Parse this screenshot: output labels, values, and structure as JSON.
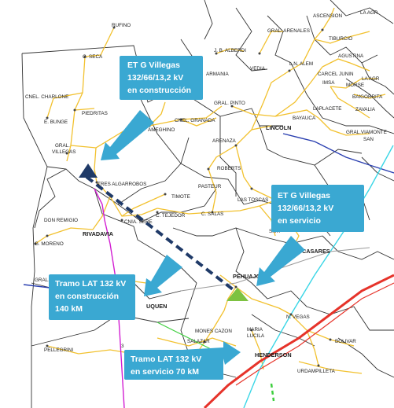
{
  "map": {
    "towns": [
      {
        "id": "rufino",
        "label": "RUFINO"
      },
      {
        "id": "c-seca",
        "label": "C.  SECA"
      },
      {
        "id": "cnel-charlone",
        "label": "CNEL.  CHARLONE"
      },
      {
        "id": "e-bunge",
        "label": "E.  BUNGE"
      },
      {
        "id": "piedritas",
        "label": "PIEDRITAS"
      },
      {
        "id": "gral-villegas-1",
        "label": "GRAL."
      },
      {
        "id": "gral-villegas-2",
        "label": "VILLEGAS"
      },
      {
        "id": "ameghino",
        "label": "AMEGHINO"
      },
      {
        "id": "cnel-granada",
        "label": "CNEL.  GRANADA"
      },
      {
        "id": "tres-algarrobos",
        "label": "TRES  ALGARROBOS"
      },
      {
        "id": "timote",
        "label": "TIMOTE"
      },
      {
        "id": "c-tejedor",
        "label": "C.  TEJEDOR"
      },
      {
        "id": "don-remigio",
        "label": "DON  REMIGIO"
      },
      {
        "id": "cnia-sere",
        "label": "CNIA.  SERE"
      },
      {
        "id": "rivadavia",
        "label": "RIVADAVIA"
      },
      {
        "id": "g-moreno",
        "label": "G.  MORENO"
      },
      {
        "id": "gral-pico",
        "label": "GRAL.  PICO"
      },
      {
        "id": "pellegrini",
        "label": "PELLEGRINI"
      },
      {
        "id": "arenales",
        "label": "GRAL.  ARENALES"
      },
      {
        "id": "ascension",
        "label": "ASCENSION"
      },
      {
        "id": "tiburcio",
        "label": "TIBURCIO"
      },
      {
        "id": "agustina",
        "label": "AGUSTINA"
      },
      {
        "id": "la-agr",
        "label": "LA  AGR"
      },
      {
        "id": "la-agr2",
        "label": "LA  AGR"
      },
      {
        "id": "alberdi",
        "label": "J.  B.  ALBERDI"
      },
      {
        "id": "armania",
        "label": "ARMANIA"
      },
      {
        "id": "vedia",
        "label": "VEDIA"
      },
      {
        "id": "ln-alem",
        "label": "L.N.  ALEM"
      },
      {
        "id": "carcel-junin",
        "label": "CARCEL  JUNIN"
      },
      {
        "id": "imsa",
        "label": "IMSA"
      },
      {
        "id": "morse",
        "label": "MORSE"
      },
      {
        "id": "baigorrita",
        "label": "BAIGORRITA"
      },
      {
        "id": "laplacete",
        "label": "LAPLACETE"
      },
      {
        "id": "zavalia",
        "label": "ZAVALIA"
      },
      {
        "id": "gral-viamonte",
        "label": "GRAL.VIAMONTE"
      },
      {
        "id": "san",
        "label": "SAN"
      },
      {
        "id": "gral-pinto",
        "label": "GRAL.  PINTO"
      },
      {
        "id": "bayauca",
        "label": "BAYAUCA"
      },
      {
        "id": "lincoln",
        "label": "LINCOLN"
      },
      {
        "id": "arenaza",
        "label": "ARENAZA"
      },
      {
        "id": "roberts",
        "label": "ROBERTS"
      },
      {
        "id": "pasteur",
        "label": "PASTEUR"
      },
      {
        "id": "las-toscas",
        "label": "LAS  TOSCAS"
      },
      {
        "id": "c-salas",
        "label": "C.  SALAS"
      },
      {
        "id": "smith",
        "label": "SMIT"
      },
      {
        "id": "casares",
        "label": "CASARES"
      },
      {
        "id": "pehuajo",
        "label": "PEHUAJO"
      },
      {
        "id": "trenque-lauquen",
        "label": "UQUEN"
      },
      {
        "id": "mones-cazon",
        "label": "MONES  CAZON"
      },
      {
        "id": "salazar",
        "label": "SALAZAR"
      },
      {
        "id": "maria-lucila",
        "label": "MARIA"
      },
      {
        "id": "maria-lucila2",
        "label": "LUCILA"
      },
      {
        "id": "n-vegas",
        "label": "N.  VEGAS"
      },
      {
        "id": "bolivar",
        "label": "BOLIVAR"
      },
      {
        "id": "henderson",
        "label": "HENDERSON"
      },
      {
        "id": "urdampilleta",
        "label": "URDAMPILLETA"
      },
      {
        "id": "num-3",
        "label": "3"
      }
    ],
    "callouts": {
      "et_villegas_construction": {
        "lines": [
          "ET G Villegas",
          "132/66/13,2 kV",
          "en construcción"
        ]
      },
      "et_villegas_service": {
        "lines": [
          "ET G Villegas",
          "132/66/13,2 kV",
          "en servicio"
        ]
      },
      "lat_construction": {
        "lines": [
          "Tramo LAT 132 kV",
          "en construcción",
          "140 kM"
        ]
      },
      "lat_service": {
        "lines": [
          "Tramo LAT 132 kV",
          "en servicio 70 kM"
        ]
      }
    },
    "colors": {
      "callout": "#3aa8d2",
      "road_lines": "#f2c12e",
      "new_line_dashed": "#1f3a68",
      "station_construction": "#1f3a68",
      "station_service": "#7dc241",
      "line_red": "#e6332a",
      "line_magenta": "#d21ed2",
      "line_cyan": "#3ad6e6",
      "line_blue": "#2a3fb0",
      "line_green": "#3fcf3f"
    }
  }
}
